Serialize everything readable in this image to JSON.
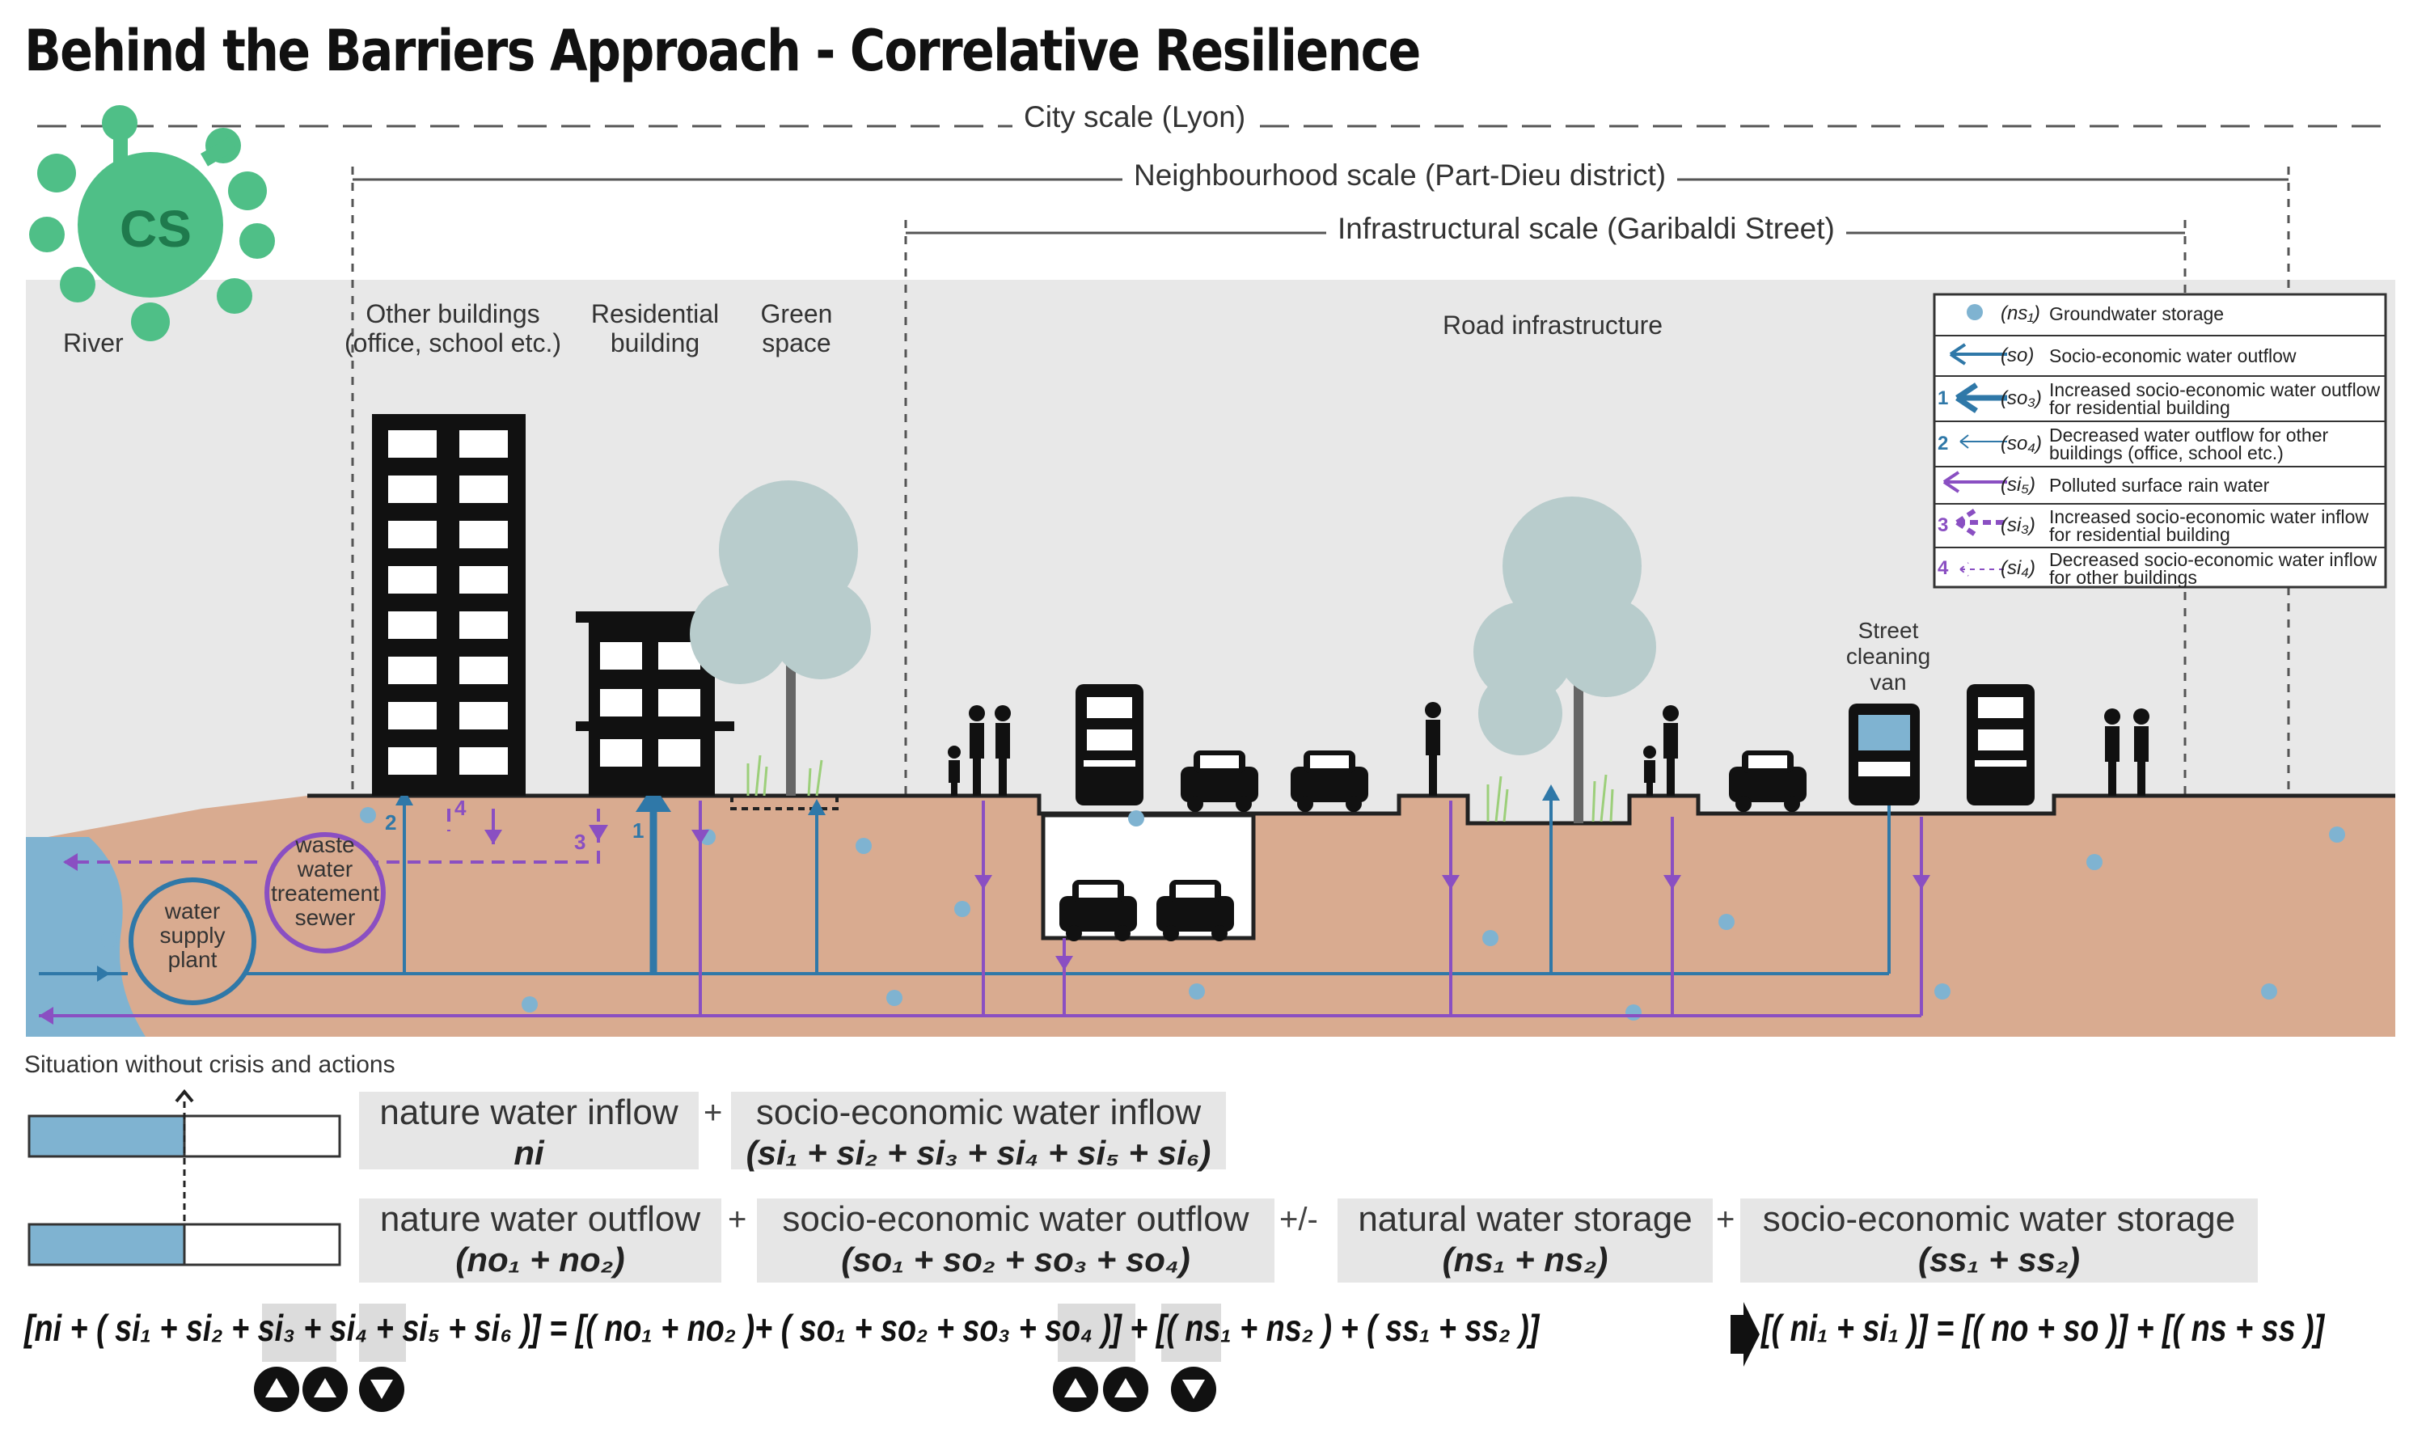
{
  "title": "Behind the Barriers Approach - Correlative Resilience",
  "logo_text": "CS",
  "scales": {
    "city": "City scale (Lyon)",
    "neighbourhood": "Neighbourhood scale (Part-Dieu district)",
    "infrastructural": "Infrastructural scale (Garibaldi Street)"
  },
  "areas": {
    "river": "River",
    "other_buildings_1": "Other buildings",
    "other_buildings_2": "(office, school etc.)",
    "residential_1": "Residential",
    "residential_2": "building",
    "green_1": "Green",
    "green_2": "space",
    "road": "Road infrastructure",
    "van_1": "Street",
    "van_2": "cleaning",
    "van_3": "van"
  },
  "facilities": {
    "waste_1": "waste",
    "waste_2": "water",
    "waste_3": "treatement",
    "waste_4": "sewer",
    "supply_1": "water",
    "supply_2": "supply",
    "supply_3": "plant"
  },
  "markers": [
    "1",
    "2",
    "3",
    "4"
  ],
  "legend": [
    {
      "num": "",
      "code": "(ns₁)",
      "text": "Groundwater storage"
    },
    {
      "num": "",
      "code": "(so)",
      "text": "Socio-economic water outflow"
    },
    {
      "num": "1",
      "code": "(so₃)",
      "text": "Increased socio-economic water outflow for residential building"
    },
    {
      "num": "2",
      "code": "(so₄)",
      "text": "Decreased water outflow for other buildings (office, school etc.)"
    },
    {
      "num": "",
      "code": "(si₅)",
      "text": "Polluted surface rain water"
    },
    {
      "num": "3",
      "code": "(si₃)",
      "text": "Increased socio-economic water inflow for residential building"
    },
    {
      "num": "4",
      "code": "(si₄)",
      "text": "Decreased socio-economic water inflow for other buildings"
    }
  ],
  "colors": {
    "soil": "#d9ab90",
    "sky": "#e8e8e8",
    "water": "#7fb3d1",
    "outflow_arrow": "#2f78a8",
    "inflow_arrow": "#8a4fc2",
    "tree": "#b8cccc",
    "logo": "#4fbf87"
  },
  "situation_label": "Situation without crisis and actions",
  "inflow_row": {
    "nature_label": "nature water inflow",
    "nature_formula": "ni",
    "plus": "+",
    "socio_label": "socio-economic water inflow",
    "socio_formula": "(si₁ + si₂ + si₃ + si₄ + si₅ + si₆)"
  },
  "outflow_row": {
    "nature_label": "nature water outflow",
    "nature_formula": "(no₁ + no₂)",
    "plus": "+",
    "socio_label": "socio-economic water outflow",
    "socio_formula": "(so₁ + so₂ + so₃ + so₄)",
    "plusminus": "+/-",
    "storage_label": "natural water storage",
    "storage_formula": "(ns₁ + ns₂)",
    "plus2": "+",
    "socio_storage_label": "socio-economic water storage",
    "socio_storage_formula": "(ss₁ + ss₂)"
  },
  "bars": {
    "inflow_fraction": 0.5,
    "outflow_fraction": 0.5
  },
  "equation": {
    "left": "[ni + ( si₁ + si₂ + si₃ + si₄ + si₅ + si₆ )] = [( no₁ + no₂ )+ ( so₁ + so₂ + so₃ + so₄ )] + [( ns₁ + ns₂ ) + ( ss₁ + ss₂ )]",
    "right": "[( ni₁ + si₁ )] = [( no + so )] + [( ns + ss )]"
  }
}
